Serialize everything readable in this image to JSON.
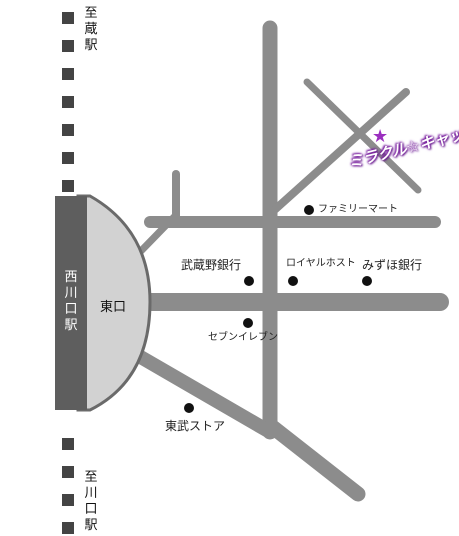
{
  "map": {
    "stations": {
      "north": "至蔵駅",
      "south": "至川口駅",
      "main": "西川口駅",
      "exit": "東口"
    },
    "shop": {
      "name": "ミラクル☆キャット",
      "marker": "star-icon",
      "color": "#9b2fbf"
    },
    "landmarks": [
      "ファミリーマート",
      "武蔵野銀行",
      "ロイヤルホスト",
      "みずほ銀行",
      "セブンイレブン",
      "東武ストア"
    ],
    "colors": {
      "road": "#8c8c8c",
      "station": "#5e5e5e",
      "plaza": "#d2d2d2",
      "rail": "#444444"
    }
  }
}
